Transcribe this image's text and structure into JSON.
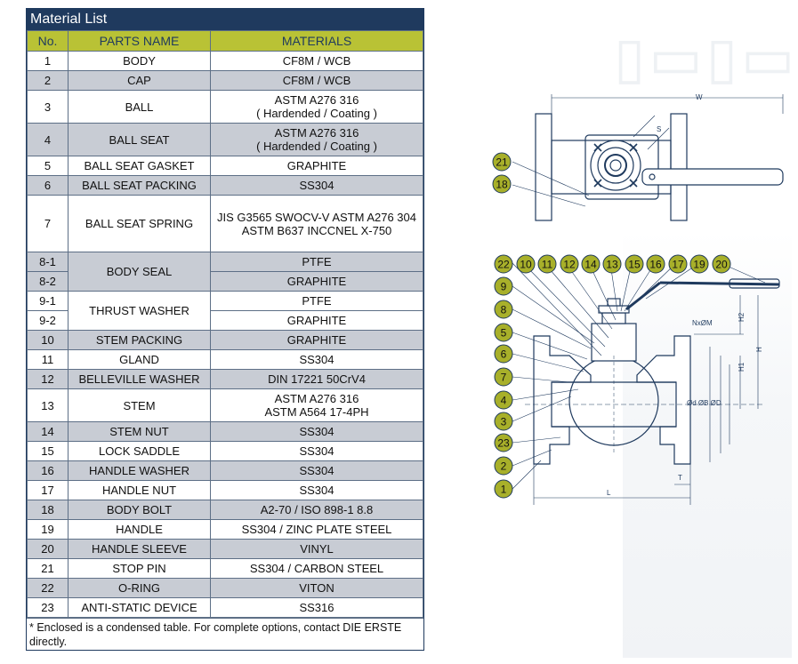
{
  "title": "Material List",
  "headers": {
    "no": "No.",
    "parts": "PARTS NAME",
    "materials": "MATERIALS"
  },
  "rows": {
    "r1": {
      "no": "1",
      "part": "BODY",
      "mat": "CF8M / WCB"
    },
    "r2": {
      "no": "2",
      "part": "CAP",
      "mat": "CF8M / WCB"
    },
    "r3": {
      "no": "3",
      "part": "BALL",
      "mat1": "ASTM A276 316",
      "mat2": "( Hardended / Coating )"
    },
    "r4": {
      "no": "4",
      "part": "BALL SEAT",
      "mat1": "ASTM A276 316",
      "mat2": "( Hardended / Coating )"
    },
    "r5": {
      "no": "5",
      "part": "BALL SEAT GASKET",
      "mat": "GRAPHITE"
    },
    "r6": {
      "no": "6",
      "part": "BALL SEAT PACKING",
      "mat": "SS304"
    },
    "r7": {
      "no": "7",
      "part": "BALL SEAT SPRING",
      "mat1": "JIS G3565 SWOCV-V ASTM A276 304",
      "mat2": "ASTM B637 INCCNEL X-750"
    },
    "r81": {
      "no": "8-1",
      "part": "BODY SEAL",
      "mat": "PTFE"
    },
    "r82": {
      "no": "8-2",
      "mat": "GRAPHITE"
    },
    "r91": {
      "no": "9-1",
      "part": "THRUST WASHER",
      "mat": "PTFE"
    },
    "r92": {
      "no": "9-2",
      "mat": "GRAPHITE"
    },
    "r10": {
      "no": "10",
      "part": "STEM PACKING",
      "mat": "GRAPHITE"
    },
    "r11": {
      "no": "11",
      "part": "GLAND",
      "mat": "SS304"
    },
    "r12": {
      "no": "12",
      "part": "BELLEVILLE WASHER",
      "mat": "DIN 17221 50CrV4"
    },
    "r13": {
      "no": "13",
      "part": "STEM",
      "mat1": "ASTM A276 316",
      "mat2": "ASTM A564 17-4PH"
    },
    "r14": {
      "no": "14",
      "part": "STEM NUT",
      "mat": "SS304"
    },
    "r15": {
      "no": "15",
      "part": "LOCK SADDLE",
      "mat": "SS304"
    },
    "r16": {
      "no": "16",
      "part": "HANDLE WASHER",
      "mat": "SS304"
    },
    "r17": {
      "no": "17",
      "part": "HANDLE NUT",
      "mat": "SS304"
    },
    "r18": {
      "no": "18",
      "part": "BODY BOLT",
      "mat": "A2-70 / ISO 898-1 8.8"
    },
    "r19": {
      "no": "19",
      "part": "HANDLE",
      "mat": "SS304 / ZINC PLATE STEEL"
    },
    "r20": {
      "no": "20",
      "part": "HANDLE SLEEVE",
      "mat": "VINYL"
    },
    "r21": {
      "no": "21",
      "part": "STOP PIN",
      "mat": "SS304 / CARBON STEEL"
    },
    "r22": {
      "no": "22",
      "part": "O-RING",
      "mat": "VITON"
    },
    "r23": {
      "no": "23",
      "part": "ANTI-STATIC DEVICE",
      "mat": "SS316"
    }
  },
  "note": "* Enclosed is a condensed table. For complete options, contact DIE ERSTE directly.",
  "drawing": {
    "dims": {
      "w": "W",
      "s": "S",
      "nxm": "NxØM",
      "h2": "H2",
      "h": "H",
      "h1": "H1",
      "od": "Ød ØB ØD",
      "t": "T",
      "l": "L"
    },
    "balloons_top": [
      "21",
      "18"
    ],
    "balloons_row": [
      "22",
      "10",
      "11",
      "12",
      "14",
      "13",
      "15",
      "16",
      "17",
      "19",
      "20"
    ],
    "balloons_left": [
      "9",
      "8",
      "5",
      "6",
      "7",
      "4",
      "3",
      "23",
      "2",
      "1"
    ]
  },
  "colors": {
    "navy": "#1f3a5e",
    "olive": "#b9c235",
    "gray_row": "#c8ccd4",
    "balloon": "#a8b02a"
  }
}
